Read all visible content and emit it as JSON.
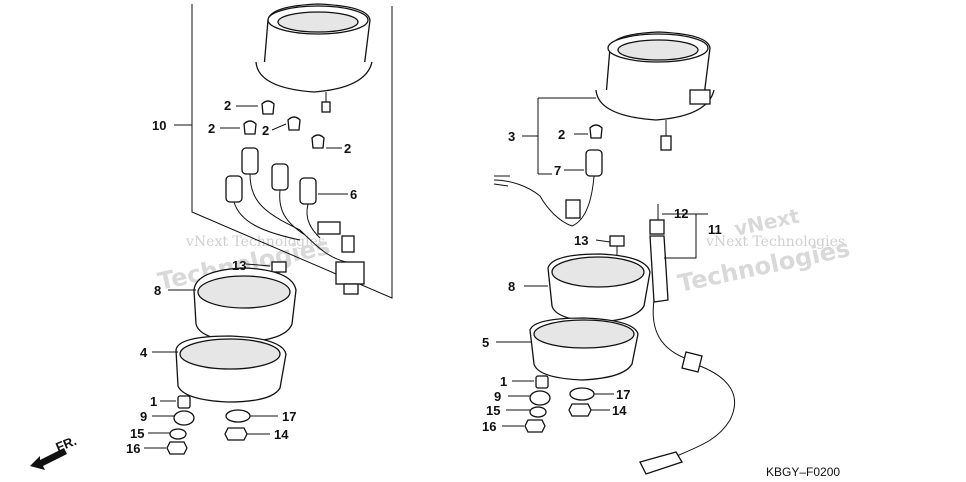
{
  "watermarks": {
    "left_line": "vNext Technologies",
    "left_big": "Technologies",
    "right_line": "vNext Technologies",
    "right_big": "Technologies",
    "right_top": "vNext"
  },
  "labels": {
    "l10": "10",
    "l2a": "2",
    "l2b": "2",
    "l2c": "2",
    "l2d": "2",
    "l6": "6",
    "l13a": "13",
    "l8a": "8",
    "l4": "4",
    "l1a": "1",
    "l9a": "9",
    "l15a": "15",
    "l16a": "16",
    "l17a": "17",
    "l14a": "14",
    "l3": "3",
    "l2e": "2",
    "l7": "7",
    "l13b": "13",
    "l8b": "8",
    "l5": "5",
    "l1b": "1",
    "l9b": "9",
    "l15b": "15",
    "l16b": "16",
    "l17b": "17",
    "l14b": "14",
    "l12": "12",
    "l11": "11"
  },
  "fr_label": "FR.",
  "diagram_code": "KBGY–F0200"
}
